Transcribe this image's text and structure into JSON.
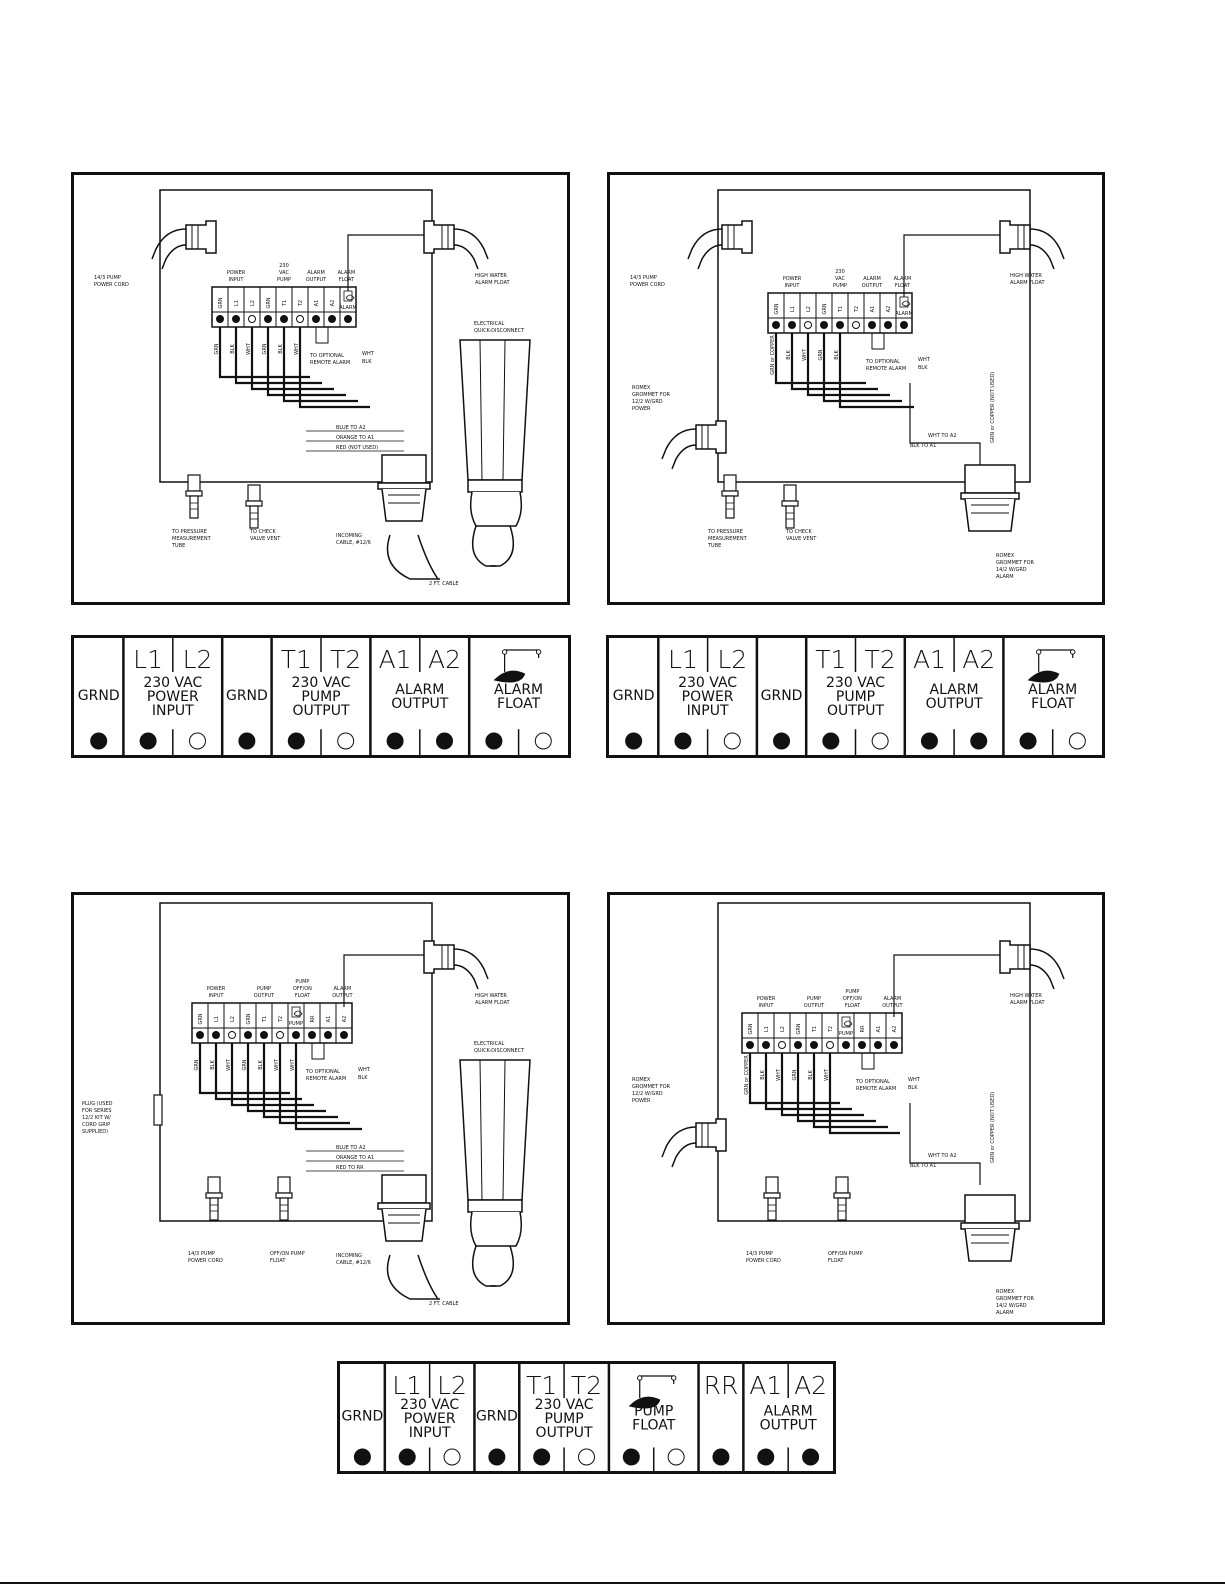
{
  "diagrams": [
    {
      "id": "top-left",
      "header_labels": [
        "POWER INPUT",
        "230 VAC PUMP",
        "ALARM OUTPUT",
        "ALARM FLOAT"
      ],
      "terminals": [
        "GRN",
        "L1",
        "L2",
        "GRN",
        "T1",
        "T2",
        "A1",
        "A2"
      ],
      "float_label": "ALARM",
      "wire_labels": [
        "GRN",
        "BLK",
        "WHT",
        "GRN",
        "BLK",
        "WHT"
      ],
      "callouts": {
        "pump_cord": "14/3 PUMP POWER CORD",
        "alarm_float": "HIGH WATER ALARM FLOAT",
        "remote_alarm": "TO OPTIONAL REMOTE ALARM",
        "quick_disconnect": "ELECTRICAL QUICK-DISCONNECT",
        "pressure_tube": "TO PRESSURE MEASUREMENT TUBE",
        "check_valve": "TO CHECK VALVE VENT",
        "incoming_cable": "INCOMING CABLE, #12/6",
        "cable_length": "2 FT. CABLE",
        "blue": "BLUE TO A2",
        "orange": "ORANGE TO A1",
        "red": "RED (NOT USED)",
        "float_wht": "WHT",
        "float_blk": "BLK"
      }
    },
    {
      "id": "top-right",
      "header_labels": [
        "POWER INPUT",
        "230 VAC PUMP",
        "ALARM OUTPUT",
        "ALARM FLOAT"
      ],
      "terminals": [
        "GRN",
        "L1",
        "L2",
        "GRN",
        "T1",
        "T2",
        "A1",
        "A2"
      ],
      "float_label": "ALARM",
      "wire_labels": [
        "GRN or COPPER",
        "BLK",
        "WHT",
        "GRN",
        "BLK"
      ],
      "callouts": {
        "pump_cord": "14/3 PUMP POWER CORD",
        "alarm_float": "HIGH WATER ALARM FLOAT",
        "remote_alarm": "TO OPTIONAL REMOTE ALARM",
        "romex_power": "ROMEX GROMMET FOR 12/2 W/GRD POWER",
        "pressure_tube": "TO PRESSURE MEASUREMENT TUBE",
        "check_valve": "TO CHECK VALVE VENT",
        "romex_alarm": "ROMEX GROMMET FOR 14/2 W/GRD ALARM",
        "wht_a2": "WHT TO A2",
        "blk_a1": "BLK TO A1",
        "grn_copper": "GRN or COPPER (NOT USED)",
        "float_wht": "WHT",
        "float_blk": "BLK"
      }
    },
    {
      "id": "bottom-left",
      "header_labels": [
        "POWER INPUT",
        "PUMP OUTPUT",
        "PUMP OFF/ON FLOAT",
        "ALARM OUTPUT"
      ],
      "terminals": [
        "GRN",
        "L1",
        "L2",
        "GRN",
        "T1",
        "T2",
        "RR",
        "A1",
        "A2"
      ],
      "float_label": "PUMP",
      "wire_labels": [
        "GRN",
        "BLK",
        "WHT",
        "GRN",
        "BLK",
        "WHT",
        "WHT"
      ],
      "callouts": {
        "alarm_float": "HIGH WATER ALARM FLOAT",
        "remote_alarm": "TO OPTIONAL REMOTE ALARM",
        "quick_disconnect": "ELECTRICAL QUICK-DISCONNECT",
        "plug": "PLUG (USED FOR SERIES 12/2 KIT W/ CORD GRIP SUPPLIED)",
        "pump_cord": "14/3 PUMP POWER CORD",
        "pump_float": "OFF/ON PUMP FLOAT",
        "incoming_cable": "INCOMING CABLE, #12/6",
        "cable_length": "2 FT. CABLE",
        "blue": "BLUE TO A2",
        "orange": "ORANGE TO A1",
        "red": "RED TO RR",
        "float_blk": "BLK",
        "float_wht": "WHT"
      }
    },
    {
      "id": "bottom-right",
      "header_labels": [
        "POWER INPUT",
        "PUMP OUTPUT",
        "PUMP OFF/ON FLOAT",
        "ALARM OUTPUT"
      ],
      "terminals": [
        "GRN",
        "L1",
        "L2",
        "GRN",
        "T1",
        "T2",
        "RR",
        "A1",
        "A2"
      ],
      "float_label": "PUMP",
      "wire_labels": [
        "GRN or COPPER",
        "BLK",
        "WHT",
        "GRN",
        "BLK",
        "WHT"
      ],
      "callouts": {
        "alarm_float": "HIGH WATER ALARM FLOAT",
        "remote_alarm": "TO OPTIONAL REMOTE ALARM",
        "romex_power": "ROMEX GROMMET FOR 12/2 W/GRD POWER",
        "pump_cord": "14/3 PUMP POWER CORD",
        "pump_float": "OFF/ON PUMP FLOAT",
        "romex_alarm": "ROMEX GROMMET FOR 14/2 W/GRD ALARM",
        "wht_a2": "WHT TO A2",
        "blk_a1": "BLK TO A1",
        "grn_copper": "GRN or COPPER (NOT USED)",
        "float_blk": "BLK",
        "float_wht": "WHT"
      }
    }
  ],
  "strips": [
    {
      "id": "strip-top-left",
      "sections": [
        {
          "top": [],
          "bottom": [
            "GRND"
          ],
          "dots": [
            "filled"
          ]
        },
        {
          "top": [
            "L1",
            "L2"
          ],
          "bottom": [
            "230 VAC",
            "POWER",
            "INPUT"
          ],
          "dots": [
            "filled",
            "open"
          ]
        },
        {
          "top": [],
          "bottom": [
            "GRND"
          ],
          "dots": [
            "filled"
          ]
        },
        {
          "top": [
            "T1",
            "T2"
          ],
          "bottom": [
            "230 VAC",
            "PUMP",
            "OUTPUT"
          ],
          "dots": [
            "filled",
            "open"
          ]
        },
        {
          "top": [
            "A1",
            "A2"
          ],
          "bottom": [
            "ALARM",
            "OUTPUT"
          ],
          "dots": [
            "filled",
            "filled"
          ]
        },
        {
          "top": [
            "float-icon"
          ],
          "bottom": [
            "ALARM",
            "FLOAT"
          ],
          "dots": [
            "filled",
            "open"
          ]
        }
      ]
    },
    {
      "id": "strip-top-right",
      "sections": [
        {
          "top": [],
          "bottom": [
            "GRND"
          ],
          "dots": [
            "filled"
          ]
        },
        {
          "top": [
            "L1",
            "L2"
          ],
          "bottom": [
            "230 VAC",
            "POWER",
            "INPUT"
          ],
          "dots": [
            "filled",
            "open"
          ]
        },
        {
          "top": [],
          "bottom": [
            "GRND"
          ],
          "dots": [
            "filled"
          ]
        },
        {
          "top": [
            "T1",
            "T2"
          ],
          "bottom": [
            "230 VAC",
            "PUMP",
            "OUTPUT"
          ],
          "dots": [
            "filled",
            "open"
          ]
        },
        {
          "top": [
            "A1",
            "A2"
          ],
          "bottom": [
            "ALARM",
            "OUTPUT"
          ],
          "dots": [
            "filled",
            "filled"
          ]
        },
        {
          "top": [
            "float-icon"
          ],
          "bottom": [
            "ALARM",
            "FLOAT"
          ],
          "dots": [
            "filled",
            "open"
          ]
        }
      ]
    },
    {
      "id": "strip-bottom",
      "sections": [
        {
          "top": [],
          "bottom": [
            "GRND"
          ],
          "dots": [
            "filled"
          ]
        },
        {
          "top": [
            "L1",
            "L2"
          ],
          "bottom": [
            "230 VAC",
            "POWER",
            "INPUT"
          ],
          "dots": [
            "filled",
            "open"
          ]
        },
        {
          "top": [],
          "bottom": [
            "GRND"
          ],
          "dots": [
            "filled"
          ]
        },
        {
          "top": [
            "T1",
            "T2"
          ],
          "bottom": [
            "230 VAC",
            "PUMP",
            "OUTPUT"
          ],
          "dots": [
            "filled",
            "open"
          ]
        },
        {
          "top": [
            "float-icon"
          ],
          "bottom": [
            "PUMP",
            "FLOAT"
          ],
          "dots": [
            "filled",
            "open"
          ]
        },
        {
          "top": [
            "RR"
          ],
          "bottom": [],
          "dots": [
            "filled"
          ]
        },
        {
          "top": [
            "A1",
            "A2"
          ],
          "bottom": [
            "ALARM",
            "OUTPUT"
          ],
          "dots": [
            "filled",
            "filled"
          ]
        }
      ]
    }
  ]
}
